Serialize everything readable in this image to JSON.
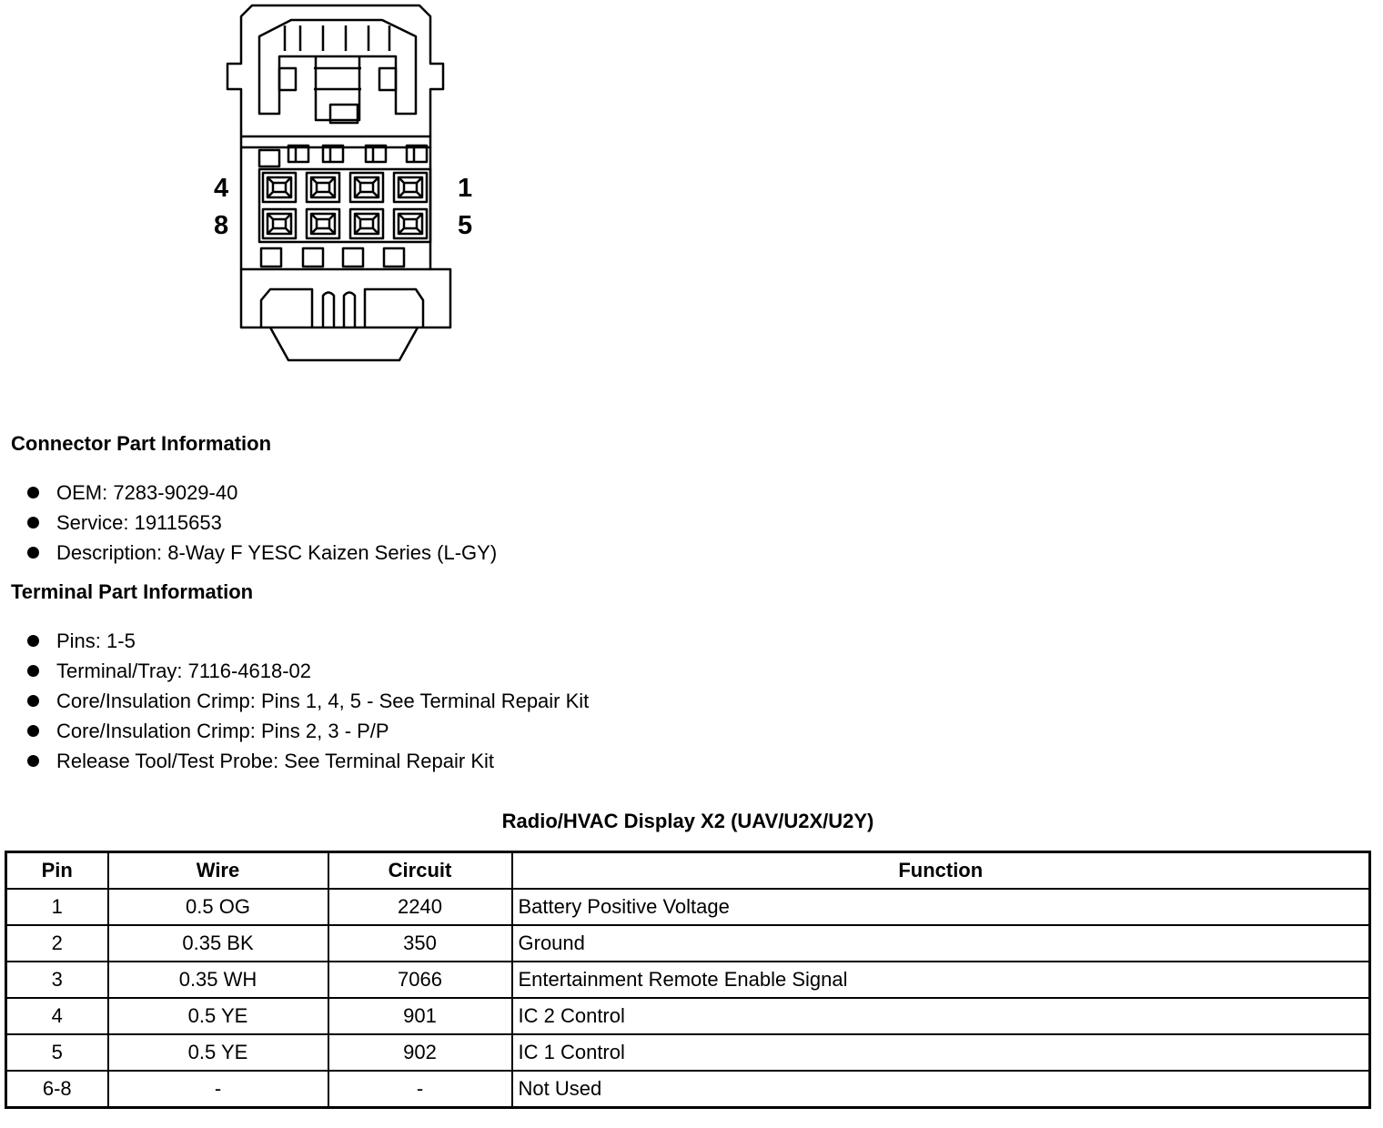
{
  "connector": {
    "pin_labels": {
      "top_left": "4",
      "bottom_left": "8",
      "top_right": "1",
      "bottom_right": "5"
    }
  },
  "connector_info": {
    "heading": "Connector Part Information",
    "items": [
      "OEM: 7283-9029-40",
      "Service: 19115653",
      "Description: 8-Way F YESC Kaizen Series (L-GY)"
    ]
  },
  "terminal_info": {
    "heading": "Terminal Part Information",
    "items": [
      "Pins: 1-5",
      "Terminal/Tray: 7116-4618-02",
      "Core/Insulation Crimp: Pins 1, 4, 5 - See Terminal Repair Kit",
      "Core/Insulation Crimp: Pins 2, 3 - P/P",
      "Release Tool/Test Probe: See Terminal Repair Kit"
    ]
  },
  "table": {
    "title": "Radio/HVAC Display X2 (UAV/U2X/U2Y)",
    "headers": [
      "Pin",
      "Wire",
      "Circuit",
      "Function"
    ],
    "rows": [
      [
        "1",
        "0.5 OG",
        "2240",
        "Battery Positive Voltage"
      ],
      [
        "2",
        "0.35 BK",
        "350",
        "Ground"
      ],
      [
        "3",
        "0.35 WH",
        "7066",
        "Entertainment Remote Enable Signal"
      ],
      [
        "4",
        "0.5 YE",
        "901",
        "IC 2 Control"
      ],
      [
        "5",
        "0.5 YE",
        "902",
        "IC 1 Control"
      ],
      [
        "6-8",
        "-",
        "-",
        "Not Used"
      ]
    ]
  }
}
